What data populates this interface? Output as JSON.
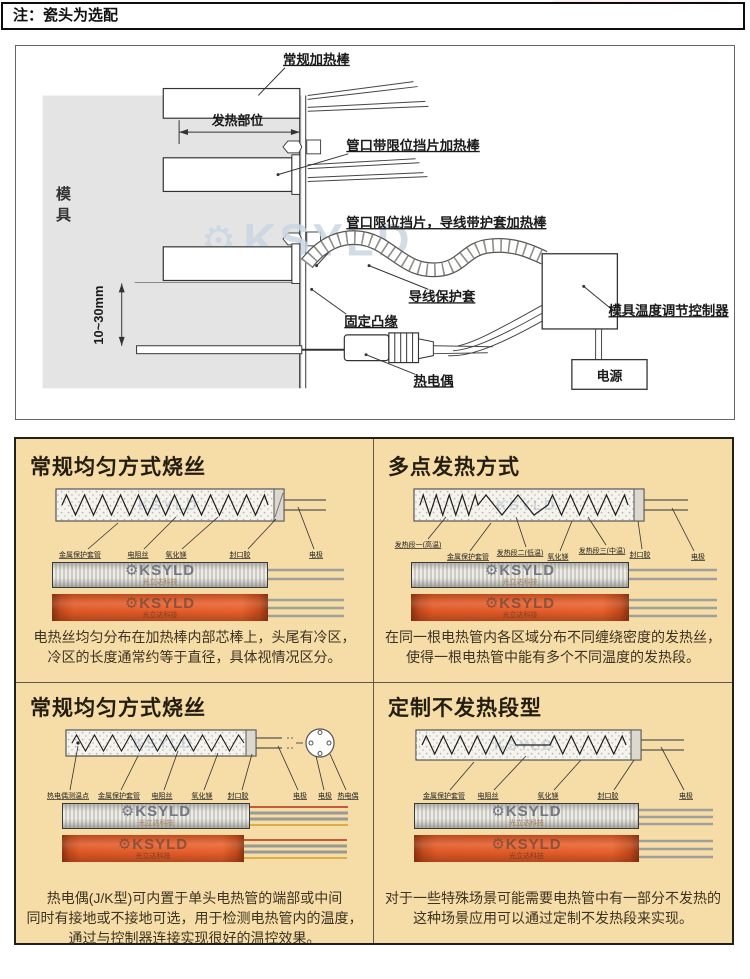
{
  "note": {
    "text": "注：瓷头为选配"
  },
  "icons": {
    "gear": "⚙"
  },
  "diagram": {
    "watermark": "KSYLD",
    "labels": {
      "mold": "模具",
      "regular_rod": "常规加热棒",
      "heating_zone": "发热部位",
      "rod_stop": "管口带限位挡片加热棒",
      "rod_sleeve": "管口限位挡片，导线带护套加热棒",
      "wire_sleeve": "导线保护套",
      "fixing_flange": "固定凸缘",
      "thermocouple": "热电偶",
      "controller": "模具温度调节控制器",
      "power": "电源",
      "dimension": "10~30mm"
    }
  },
  "photo_watermark": {
    "brand": "KSYLD",
    "sub": "光立达科技"
  },
  "panels": [
    {
      "title": "常规均匀方式烧丝",
      "labels": [
        "金属保护套管",
        "电阻丝",
        "氧化镁",
        "封口胶",
        "电极"
      ],
      "desc": [
        "电热丝均匀分布在加热棒内部芯棒上，头尾有冷区，",
        "冷区的长度通常约等于直径，具体视情况区分。"
      ]
    },
    {
      "title": "多点发热方式",
      "labels": [
        "发热段一(高温)",
        "金属保护套管",
        "发热段二(低温)",
        "氧化镁",
        "发热段三(中温)",
        "封口胶",
        "电极"
      ],
      "desc": [
        "在同一根电热管内各区域分布不同缠绕密度的发热丝，",
        "使得一根电热管中能有多个不同温度的发热段。"
      ]
    },
    {
      "title": "常规均匀方式烧丝",
      "labels": [
        "热电偶测温点",
        "金属保护套管",
        "电阻丝",
        "氧化镁",
        "封口胶",
        "电极",
        "电极",
        "热电偶"
      ],
      "desc": [
        "热电偶(J/K型)可内置于单头电热管的端部或中间",
        "同时有接地或不接地可选，用于检测电热管内的温度，",
        "通过与控制器连接实现很好的温控效果。"
      ]
    },
    {
      "title": "定制不发热段型",
      "labels": [
        "金属保护套管",
        "电阻丝",
        "氧化镁",
        "封口胶",
        "电极"
      ],
      "desc": [
        "对于一些特殊场景可能需要电热管中有一部分不发热的",
        "这种场景应用可以通过定制不发热段来实现。"
      ]
    }
  ]
}
